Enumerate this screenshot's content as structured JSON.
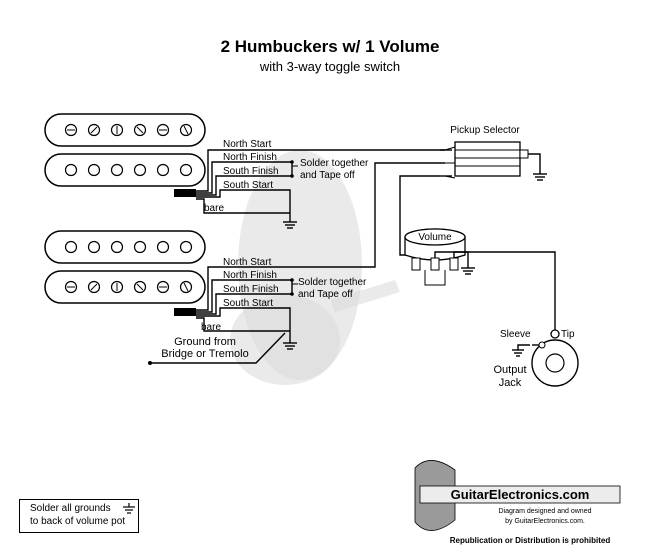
{
  "title": "2 Humbuckers w/ 1 Volume",
  "subtitle": "with 3-way toggle switch",
  "pickups": [
    {
      "wires": [
        "North Start",
        "North Finish",
        "South Finish",
        "South Start"
      ],
      "bare": "bare",
      "solder_note": [
        "Solder together",
        "and Tape off"
      ]
    },
    {
      "wires": [
        "North Start",
        "North Finish",
        "South Finish",
        "South Start"
      ],
      "bare": "bare",
      "solder_note": [
        "Solder together",
        "and Tape off"
      ]
    }
  ],
  "ground_label": [
    "Ground from",
    "Bridge or Tremolo"
  ],
  "selector_label": "Pickup Selector",
  "volume_label": "Volume",
  "jack": {
    "sleeve": "Sleeve",
    "tip": "Tip",
    "name": [
      "Output",
      "Jack"
    ]
  },
  "note": [
    "Solder all grounds",
    "to back of volume pot"
  ],
  "footer": {
    "brand": "GuitarElectronics.com",
    "line1": "Diagram designed and owned",
    "line2": "by GuitarElectronics.com.",
    "line3": "Republication or Distribution is prohibited"
  }
}
